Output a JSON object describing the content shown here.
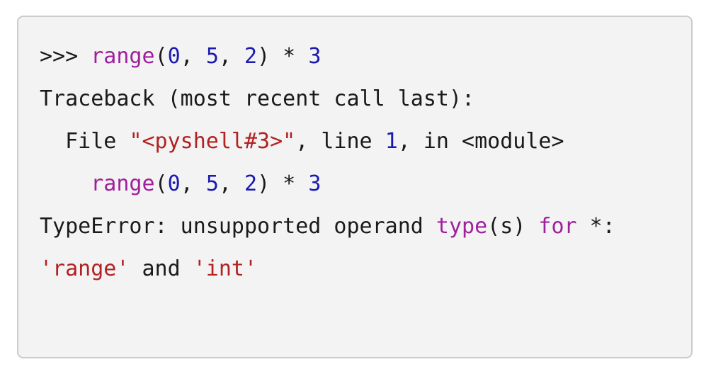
{
  "card": {
    "background_color": "#f3f3f3",
    "border_color": "#cccccc",
    "page_background": "#ffffff"
  },
  "theme": {
    "plain_color": "#1a1a1a",
    "builtin_color": "#a0209c",
    "keyword_color": "#a0209c",
    "number_color": "#1a1ab0",
    "string_color": "#b22222"
  },
  "console": {
    "prompt": ">>> ",
    "lines": [
      {
        "id": "input-line",
        "tokens": [
          {
            "text": ">>> ",
            "type": "prompt"
          },
          {
            "text": "range",
            "type": "builtin"
          },
          {
            "text": "(",
            "type": "plain"
          },
          {
            "text": "0",
            "type": "number"
          },
          {
            "text": ", ",
            "type": "plain"
          },
          {
            "text": "5",
            "type": "number"
          },
          {
            "text": ", ",
            "type": "plain"
          },
          {
            "text": "2",
            "type": "number"
          },
          {
            "text": ") * ",
            "type": "plain"
          },
          {
            "text": "3",
            "type": "number"
          }
        ]
      },
      {
        "id": "traceback-header",
        "tokens": [
          {
            "text": "Traceback (most recent call last):",
            "type": "plain"
          }
        ]
      },
      {
        "id": "traceback-frame",
        "tokens": [
          {
            "text": "  File ",
            "type": "plain"
          },
          {
            "text": "\"<pyshell#3>\"",
            "type": "string"
          },
          {
            "text": ", line ",
            "type": "plain"
          },
          {
            "text": "1",
            "type": "number"
          },
          {
            "text": ", in <module>",
            "type": "plain"
          }
        ]
      },
      {
        "id": "traceback-source",
        "tokens": [
          {
            "text": "    ",
            "type": "plain"
          },
          {
            "text": "range",
            "type": "builtin"
          },
          {
            "text": "(",
            "type": "plain"
          },
          {
            "text": "0",
            "type": "number"
          },
          {
            "text": ", ",
            "type": "plain"
          },
          {
            "text": "5",
            "type": "number"
          },
          {
            "text": ", ",
            "type": "plain"
          },
          {
            "text": "2",
            "type": "number"
          },
          {
            "text": ") * ",
            "type": "plain"
          },
          {
            "text": "3",
            "type": "number"
          }
        ]
      },
      {
        "id": "error-message",
        "tokens": [
          {
            "text": "TypeError: unsupported operand ",
            "type": "plain"
          },
          {
            "text": "type",
            "type": "builtin"
          },
          {
            "text": "(s) ",
            "type": "plain"
          },
          {
            "text": "for",
            "type": "keyword"
          },
          {
            "text": " *: ",
            "type": "plain"
          },
          {
            "text": "'range'",
            "type": "string"
          },
          {
            "text": " and ",
            "type": "plain"
          },
          {
            "text": "'int'",
            "type": "string"
          }
        ]
      }
    ]
  }
}
